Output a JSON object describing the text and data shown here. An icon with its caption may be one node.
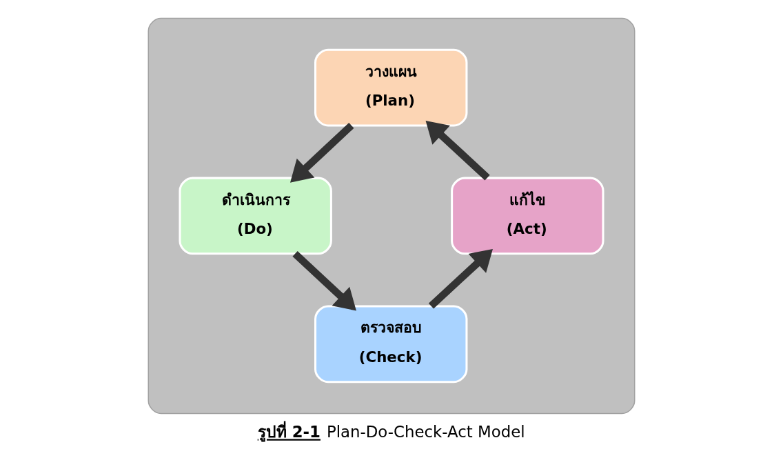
{
  "diagram": {
    "caption": "**รูปที่ 2-1** Plan-Do-Check-Act Model",
    "nodes": [
      {
        "text": [],
        "shape": "box"
      },
      {
        "text": [
          "วางแผน",
          "(Plan)"
        ],
        "in": 0
      },
      {
        "text": [
          "ดำเนินการ",
          "(Do)"
        ],
        "in": 0
      },
      {
        "text": [
          "ตรวจสอบ",
          "(Check)"
        ],
        "in": 0
      },
      {
        "text": [
          "แก้ไข",
          "(Act)"
        ],
        "in": 0
      }
    ],
    "edges": [
      {
        "from": 1,
        "to": 2,
        "arrow": "to"
      },
      {
        "from": 2,
        "to": 3,
        "arrow": "to"
      },
      {
        "from": 3,
        "to": 4,
        "arrow": "to"
      },
      {
        "from": 4,
        "to": 1,
        "arrow": "to"
      }
    ]
  }
}
